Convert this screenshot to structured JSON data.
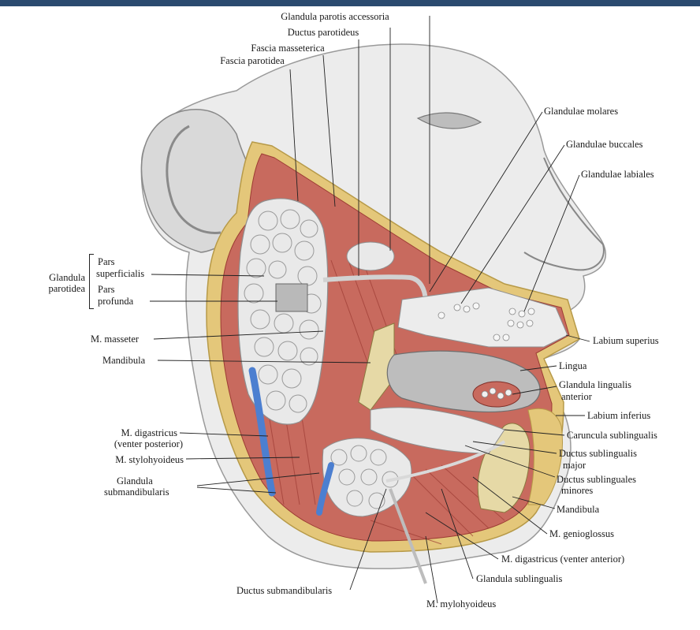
{
  "colors": {
    "skin": "#ececec",
    "skin_shadow": "#b9b9b9",
    "muscle": "#c86a5e",
    "muscle_dark": "#9c3b33",
    "gland": "#e9e9e9",
    "fat": "#e4c77a",
    "vein": "#4c7fd0",
    "line": "#222222",
    "top_bar": "#2b4a6f"
  },
  "labels": {
    "glandula_parotis_accessoria": "Glandula parotis accessoria",
    "ductus_parotideus": "Ductus parotideus",
    "fascia_masseterica": "Fascia masseterica",
    "fascia_parotidea": "Fascia parotidea",
    "glandulae_molares": "Glandulae molares",
    "glandulae_buccales": "Glandulae buccales",
    "glandulae_labiales": "Glandulae labiales",
    "glandula": "Glandula",
    "parotidea": "parotidea",
    "pars_1": "Pars",
    "superficialis": "superficialis",
    "pars_2": "Pars",
    "profunda": "profunda",
    "m_masseter": "M. masseter",
    "mandibula_left": "Mandibula",
    "labium_superius": "Labium superius",
    "lingua": "Lingua",
    "glandula_lingualis": "Glandula lingualis",
    "anterior": "anterior",
    "labium_inferius": "Labium inferius",
    "caruncula_sublingualis": "Caruncula sublingualis",
    "ductus_sublingualis": "Ductus sublingualis",
    "major": "major",
    "ductus_sublinguales": "Ductus sublinguales",
    "minores": "minores",
    "mandibula_right": "Mandibula",
    "m_genioglossus": "M. genioglossus",
    "m_digastricus_anterior": "M. digastricus (venter anterior)",
    "glandula_sublingualis": "Glandula sublingualis",
    "m_mylohyoideus": "M. mylohyoideus",
    "ductus_submandibularis": "Ductus submandibularis",
    "m_digastricus": "M. digastricus",
    "venter_posterior": "(venter posterior)",
    "m_stylohyoideus": "M. stylohyoideus",
    "glandula_sub": "Glandula",
    "submandibularis": "submandibularis"
  }
}
